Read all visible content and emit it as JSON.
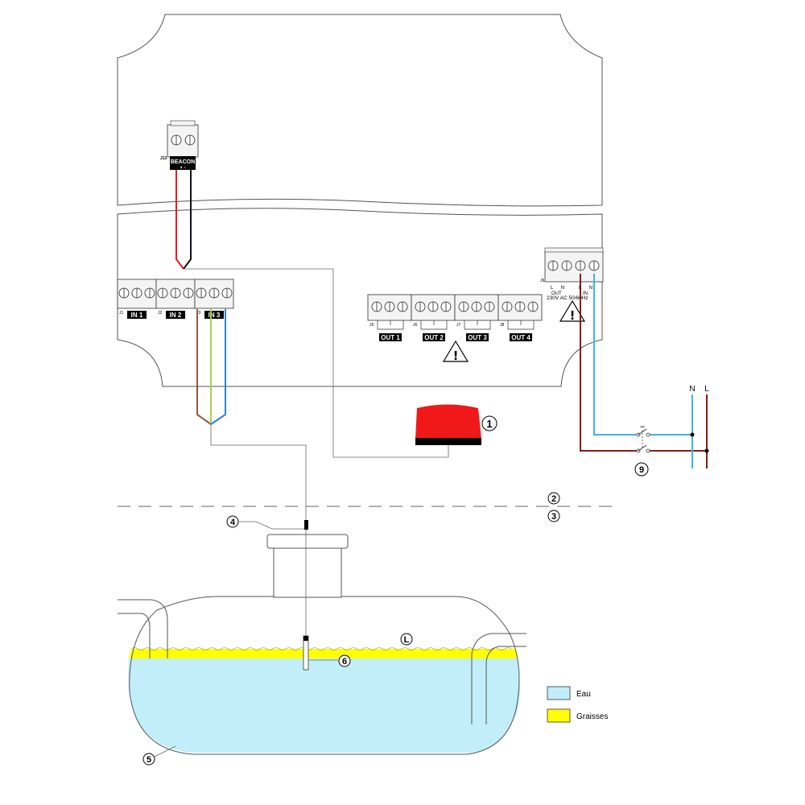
{
  "enclosure": {
    "beacon_terminal": {
      "id": "J13",
      "label": "BEACON",
      "polarity": "+ -"
    },
    "inputs": [
      {
        "id": "J1",
        "label": "IN 1"
      },
      {
        "id": "J2",
        "label": "IN 2"
      },
      {
        "id": "J3",
        "label": "IN 3"
      }
    ],
    "outputs": [
      {
        "id": "J5",
        "label": "OUT 1"
      },
      {
        "id": "J6",
        "label": "OUT 2"
      },
      {
        "id": "J7",
        "label": "OUT 3"
      },
      {
        "id": "J8",
        "label": "OUT 4"
      }
    ],
    "power_terminal": {
      "id": "J9",
      "out_terminals": "L N",
      "in_terminals": "L N",
      "out_label": "OUT",
      "in_label": "IN",
      "voltage": "230V AC 50/60Hz"
    }
  },
  "supply": {
    "n_label": "N",
    "l_label": "L"
  },
  "callouts": {
    "beacon": "1",
    "zone_upper": "2",
    "zone_lower": "3",
    "cable_gland": "4",
    "tank": "5",
    "probe": "6",
    "switch": "9",
    "level": "L"
  },
  "legend": [
    {
      "label": "Eau",
      "color": "#c2eefa"
    },
    {
      "label": "Graisses",
      "color": "#ffff00"
    }
  ],
  "colors": {
    "wire_red": "#e31e24",
    "wire_black": "#111111",
    "wire_brown": "#8b5a3c",
    "wire_green_yellow": "#a8d04a",
    "wire_blue": "#2d7fd3",
    "wire_neutral": "#3ab4e6",
    "wire_live": "#8b1a1a",
    "beacon_red": "#f01818",
    "water": "#c2eefa",
    "grease": "#ffff00"
  }
}
